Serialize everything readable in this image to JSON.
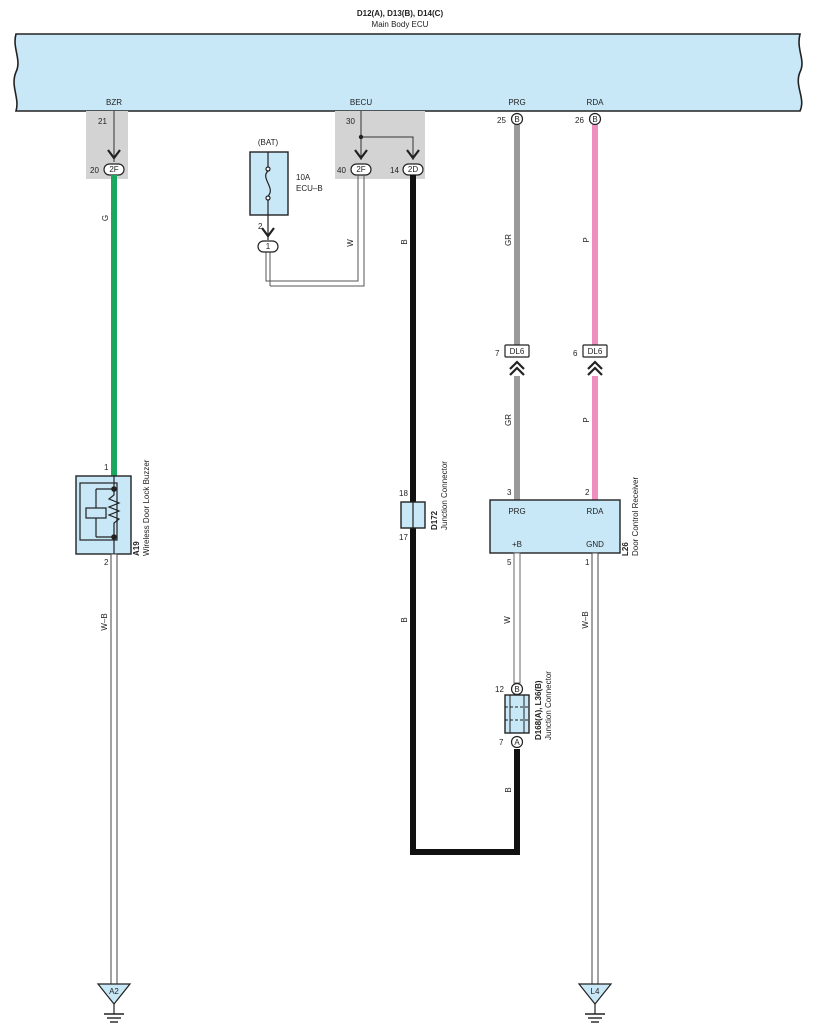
{
  "ecu": {
    "connectors": "D12(A), D13(B), D14(C)",
    "name": "Main Body ECU",
    "terminals": {
      "bzr": "BZR",
      "becu": "BECU",
      "prg": "PRG",
      "rda": "RDA"
    }
  },
  "pins": {
    "p21": "21",
    "p20": "20",
    "p30": "30",
    "p40": "40",
    "p14": "14",
    "p25": "25",
    "p26": "26",
    "p2": "2",
    "p7": "7",
    "p6": "6",
    "p1": "1",
    "p18": "18",
    "p17": "17",
    "p3": "3",
    "p2b": "2",
    "p5": "5",
    "p1b": "1",
    "p12": "12",
    "p7b": "7",
    "p2c": "2"
  },
  "connector_ids": {
    "c2F_a": "2F",
    "c2F_b": "2F",
    "c2D": "2D",
    "cB25": "B",
    "cB26": "B",
    "c1": "1",
    "dl6_a": "DL6",
    "dl6_b": "DL6",
    "cB12": "B",
    "cA7": "A"
  },
  "wire_colors": {
    "g": "G",
    "w": "W",
    "b1": "B",
    "gr1": "GR",
    "p1": "P",
    "gr2": "GR",
    "p2": "P",
    "wb1": "W–B",
    "b2": "B",
    "w2": "W",
    "wb2": "W–B",
    "b3": "B"
  },
  "fuse": {
    "source": "(BAT)",
    "rating": "10A",
    "name": "ECU–B"
  },
  "components": {
    "a19": {
      "code": "A19",
      "name": "Wireless Door Lock Buzzer"
    },
    "d172": {
      "code": "D172",
      "name": "Junction Connector"
    },
    "l26": {
      "code": "L26",
      "name": "Door Control Receiver",
      "prg": "PRG",
      "rda": "RDA",
      "b": "+B",
      "gnd": "GND"
    },
    "d168": {
      "code": "D168(A), L36(B)",
      "name": "Junction Connector"
    }
  },
  "grounds": {
    "a2": "A2",
    "l4": "L4"
  },
  "colors": {
    "green": "#1aa860",
    "gray": "#9a9a9a",
    "pink": "#ee8fbf",
    "black": "#111111",
    "ecu_fill": "#c8e8f8"
  }
}
